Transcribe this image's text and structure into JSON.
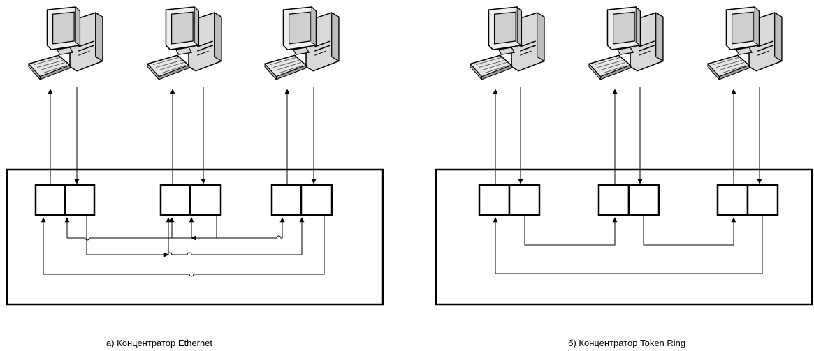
{
  "diagrams": [
    {
      "id": "ethernet",
      "caption": "а) Концентратор Ethernet"
    },
    {
      "id": "token-ring",
      "caption": "б) Концентратор Token Ring"
    }
  ],
  "icons": {
    "workstation": "desktop-computer-icon"
  },
  "colors": {
    "stroke": "#000000",
    "background": "#ffffff",
    "monitor_body": "#efefef",
    "monitor_screen": "#cfcfcf",
    "keyboard": "#e6e6e6"
  }
}
